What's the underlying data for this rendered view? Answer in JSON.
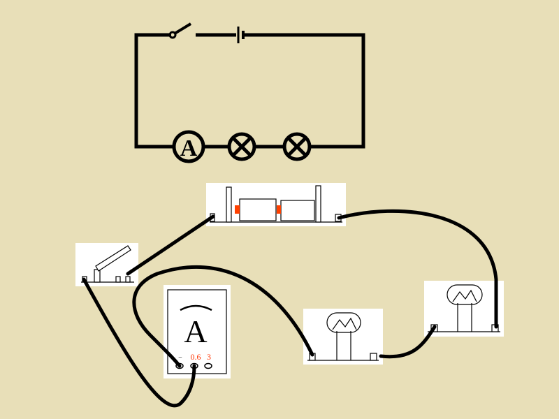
{
  "schematic": {
    "ammeter_symbol": "A"
  },
  "ammeter": {
    "symbol": "A",
    "terminal_minus": "−",
    "range_low": "0.6",
    "range_high": "3"
  },
  "colors": {
    "background": "#e8dfb8",
    "wire": "#000000",
    "panel": "#ffffff",
    "cell_cap": "#ff4000",
    "scale_text": "#ff3300"
  }
}
